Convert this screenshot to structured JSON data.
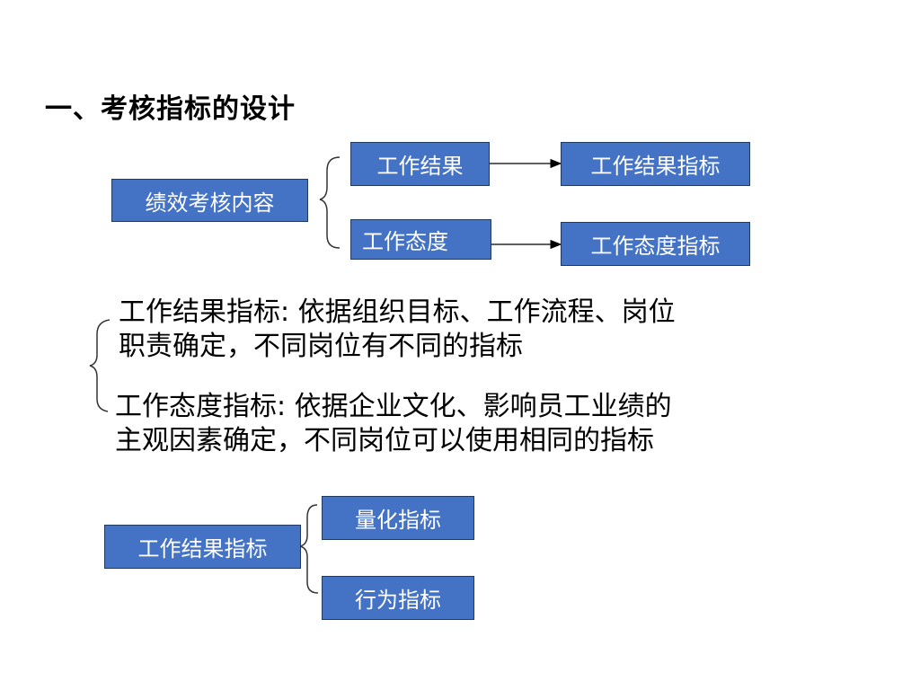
{
  "title": "一、考核指标的设计",
  "colors": {
    "box_fill": "#4472c4",
    "box_border": "#1f3864",
    "line": "#000000"
  },
  "top_diagram": {
    "root": "绩效考核内容",
    "branches": [
      {
        "label": "工作结果",
        "target": "工作结果指标"
      },
      {
        "label": "工作态度",
        "target": "工作态度指标"
      }
    ]
  },
  "definitions": [
    {
      "line1": "工作结果指标:  依据组织目标、工作流程、岗位",
      "line2": "职责确定，不同岗位有不同的指标"
    },
    {
      "line1": "工作态度指标:  依据企业文化、影响员工业绩的",
      "line2": "主观因素确定，不同岗位可以使用相同的指标"
    }
  ],
  "bottom_diagram": {
    "root": "工作结果指标",
    "children": [
      "量化指标",
      "行为指标"
    ]
  }
}
